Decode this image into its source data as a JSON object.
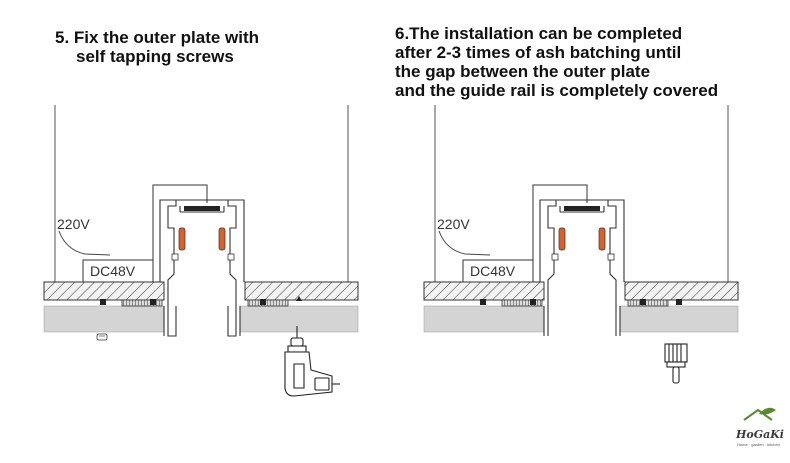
{
  "steps": [
    {
      "title_lines": [
        "5. Fix the outer plate with",
        "self tapping screws"
      ],
      "voltage_ac": "220V",
      "voltage_dc": "DC48V",
      "tool": "drill-icon"
    },
    {
      "title_lines": [
        "6.The installation can be completed",
        "after 2-3 times of ash batching until",
        "the gap between the outer plate",
        "and the guide rail is completely covered"
      ],
      "voltage_ac": "220V",
      "voltage_dc": "DC48V",
      "tool": "paint-brush-icon"
    }
  ],
  "logo": {
    "name": "HoGaKi",
    "tagline": "Home · garden · kitchen"
  },
  "colors": {
    "line": "#333333",
    "board_fill": "#f2f2f2",
    "ceiling_fill": "#d4d4d4",
    "cable_accent": "#d9602b",
    "logo_green": "#5a8a2e"
  }
}
